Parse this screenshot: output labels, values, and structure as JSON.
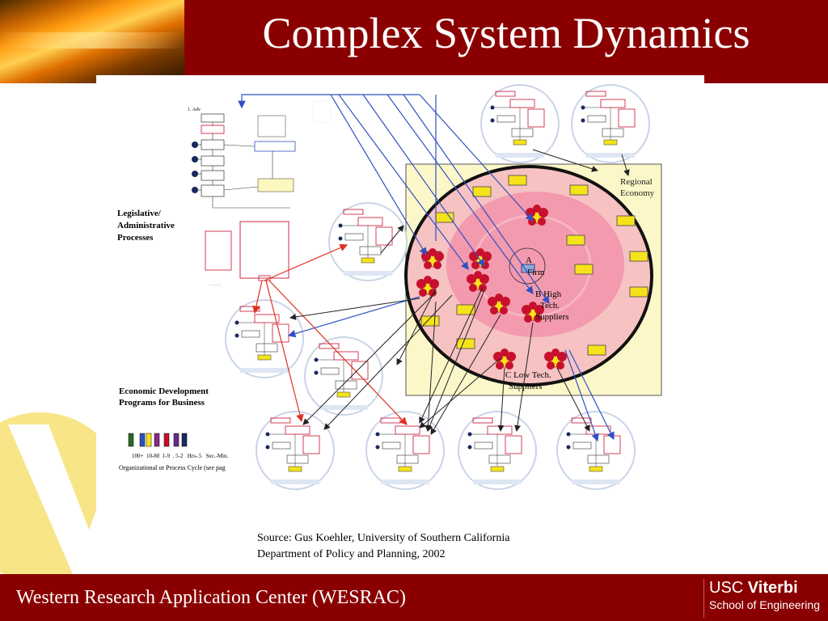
{
  "slide": {
    "title": "Complex System Dynamics",
    "caption_line1": "Source: Gus Koehler, University of Southern California",
    "caption_line2": "Department of Policy and Planning, 2002",
    "footer_text": "Western Research Application Center (WESRAC)",
    "logo_word1": "USC",
    "logo_word2": "Viterbi",
    "logo_line2": "School of Engineering",
    "theme_color": "#8a0000"
  },
  "diagram": {
    "label_legislative_1": "Legislative/",
    "label_legislative_2": "Administrative",
    "label_legislative_3": "Processes",
    "label_econ_1": "Economic Development",
    "label_econ_2": "Programs for Business",
    "legend_scale": "100+  10-80  1-9  . 5-2   Hrs-.5   Sec.-Min.",
    "legend_caption": "Organizational or Process Cycle (see pag",
    "label_regional_1": "Regional",
    "label_regional_2": "Economy",
    "label_a": "A",
    "label_firm": "Firm",
    "label_b1": "B High",
    "label_b2": "Tech.",
    "label_b3": "Suppliers",
    "label_c1": "C Low  Tech.",
    "label_c2": "Suppliers",
    "label_flow_top": "1. Adv",
    "colors": {
      "outer_square": "#fbf7c8",
      "regional_oval": "#f6c2c2",
      "inner_oval": "#f39aae",
      "node_red": "#c8102e",
      "node_yellow": "#f5e21b",
      "blue_arrow": "#3050c0",
      "red_arrow": "#e03020"
    }
  }
}
